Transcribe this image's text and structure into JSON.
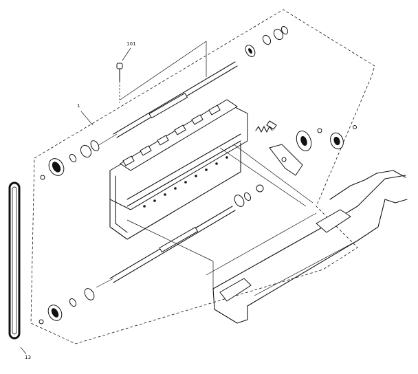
{
  "callouts": {
    "screw": "101",
    "assembly": "1",
    "belt": "13"
  }
}
